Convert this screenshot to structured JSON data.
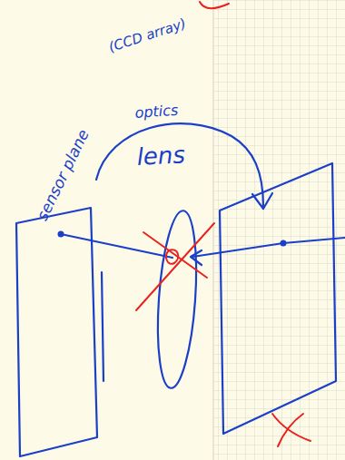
{
  "diagram": {
    "labels": [
      "sensor plane",
      "(CCD array)",
      "optics",
      "lens"
    ]
  }
}
